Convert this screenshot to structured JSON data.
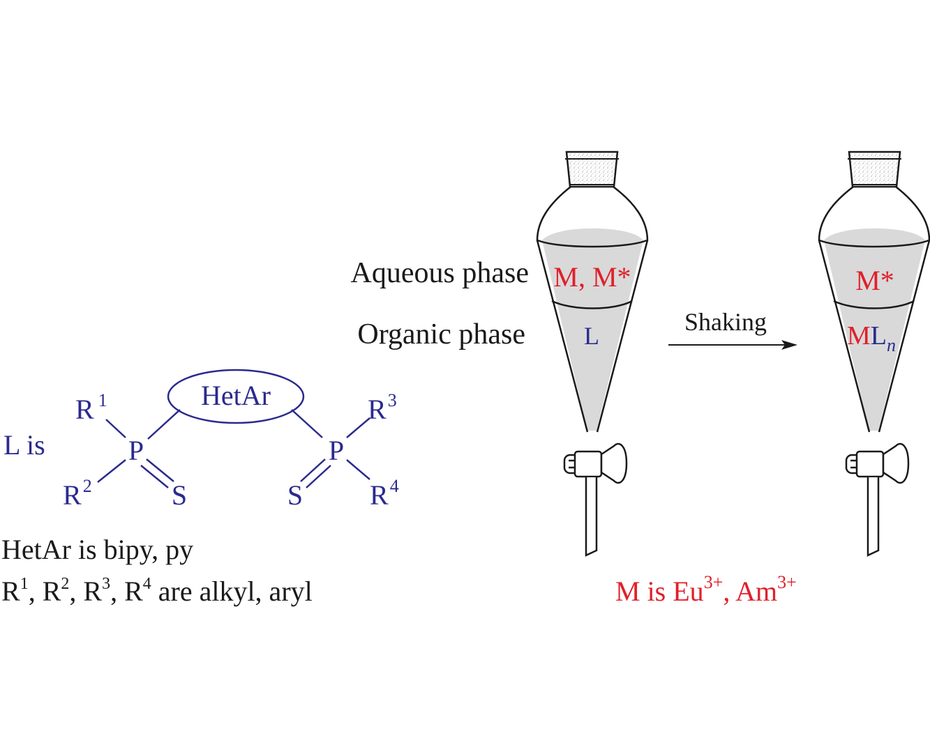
{
  "colors": {
    "ligand_blue": "#2a2a8e",
    "metal_red": "#e0202a",
    "text_black": "#1a1a1a",
    "liquid_gray": "#d9d9d9"
  },
  "ligand": {
    "prefix": "L is",
    "hetar": "HetAr",
    "r1": "R",
    "r1_sup": "1",
    "r2": "R",
    "r2_sup": "2",
    "r3": "R",
    "r3_sup": "3",
    "r4": "R",
    "r4_sup": "4",
    "p_left": "P",
    "p_right": "P",
    "s_left": "S",
    "s_right": "S"
  },
  "notes": {
    "line1": "HetAr is bipy, py",
    "line2_parts": [
      "R",
      "1",
      ", R",
      "2",
      ", R",
      "3",
      ", R",
      "4",
      " are alkyl, aryl"
    ]
  },
  "phases": {
    "aqueous": "Aqueous phase",
    "organic": "Organic phase"
  },
  "funnel_left": {
    "aqueous_content": "M, M*",
    "organic_content": "L"
  },
  "arrow": {
    "label": "Shaking"
  },
  "funnel_right": {
    "aqueous_content": "M*",
    "organic_metal": "M",
    "organic_ligand": "L",
    "organic_sub": "n"
  },
  "metal_note": {
    "prefix": "M is Eu",
    "sup1": "3+",
    "mid": ", Am",
    "sup2": "3+"
  }
}
